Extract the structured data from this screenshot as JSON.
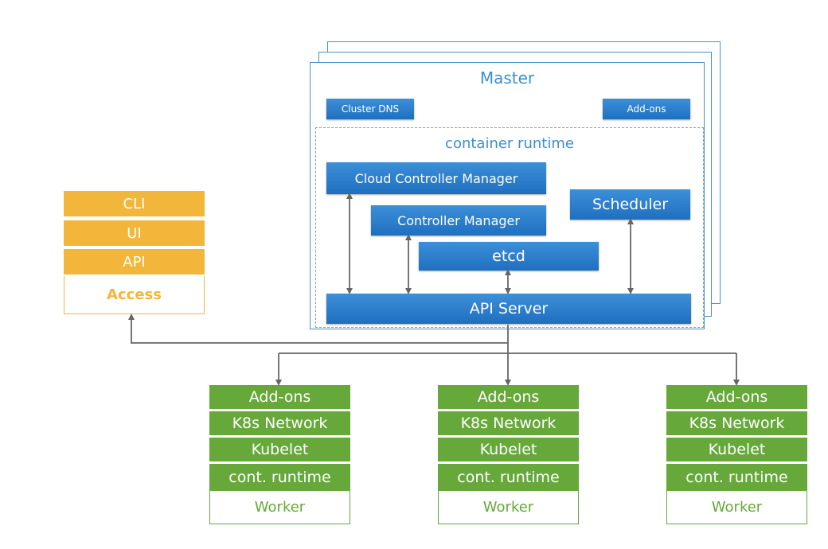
{
  "master": {
    "title": "Master",
    "cluster_dns": "Cluster DNS",
    "addons": "Add-ons",
    "runtime_title": "container runtime",
    "cloud_controller_manager": "Cloud Controller Manager",
    "controller_manager": "Controller Manager",
    "scheduler": "Scheduler",
    "etcd": "etcd",
    "api_server": "API Server"
  },
  "access": {
    "items": [
      "CLI",
      "UI",
      "API"
    ],
    "label": "Access"
  },
  "workers": [
    {
      "components": [
        "Add-ons",
        "K8s Network",
        "Kubelet",
        "cont. runtime"
      ],
      "label": "Worker"
    },
    {
      "components": [
        "Add-ons",
        "K8s Network",
        "Kubelet",
        "cont. runtime"
      ],
      "label": "Worker"
    },
    {
      "components": [
        "Add-ons",
        "K8s Network",
        "Kubelet",
        "cont. runtime"
      ],
      "label": "Worker"
    }
  ],
  "colors": {
    "master_blue": "#2f7fcf",
    "access_yellow": "#f2b73a",
    "worker_green": "#66a83a",
    "connector_gray": "#666666"
  }
}
